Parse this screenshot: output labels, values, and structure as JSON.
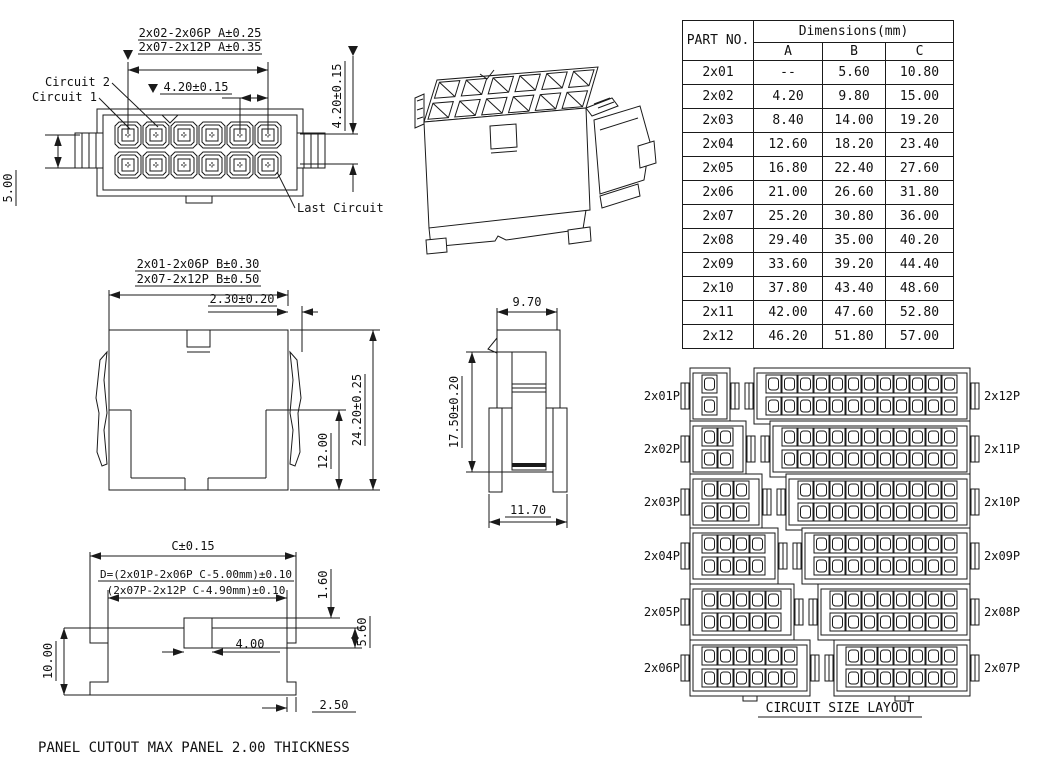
{
  "drawing": {
    "front_view": {
      "dim_a_line1": "2x02-2x06P A±0.25",
      "dim_a_line2": "2x07-2x12P A±0.35",
      "dim_pitch": "4.20±0.15",
      "dim_pitch_vertical": "4.20±0.15",
      "dim_height": "5.00",
      "label_circuit2": "Circuit 2",
      "label_circuit1": "Circuit 1",
      "label_last_circuit": "Last Circuit"
    },
    "side_view": {
      "dim_b_line1": "2x01-2x06P B±0.30",
      "dim_b_line2": "2x07-2x12P B±0.50",
      "dim_offset": "2.30±0.20",
      "dim_total_height": "24.20±0.25",
      "dim_leg_height": "12.00"
    },
    "end_view": {
      "dim_width": "9.70",
      "dim_height": "17.50±0.20",
      "dim_base_width": "11.70"
    },
    "panel_cutout": {
      "dim_c": "C±0.15",
      "dim_d_line1": "D=(2x01P-2x06P C-5.00mm)±0.10",
      "dim_d_line2": "(2x07P-2x12P C-4.90mm)±0.10",
      "dim_tab_width": "4.00",
      "dim_tab_height": "1.60",
      "dim_notch": "5.60",
      "dim_height": "10.00",
      "dim_step": "2.50",
      "note": "PANEL CUTOUT MAX PANEL 2.00 THICKNESS"
    }
  },
  "table": {
    "header_part": "PART NO.",
    "header_dimensions": "Dimensions(mm)",
    "columns": [
      "A",
      "B",
      "C"
    ],
    "rows": [
      {
        "part": "2x01",
        "a": "--",
        "b": "5.60",
        "c": "10.80"
      },
      {
        "part": "2x02",
        "a": "4.20",
        "b": "9.80",
        "c": "15.00"
      },
      {
        "part": "2x03",
        "a": "8.40",
        "b": "14.00",
        "c": "19.20"
      },
      {
        "part": "2x04",
        "a": "12.60",
        "b": "18.20",
        "c": "23.40"
      },
      {
        "part": "2x05",
        "a": "16.80",
        "b": "22.40",
        "c": "27.60"
      },
      {
        "part": "2x06",
        "a": "21.00",
        "b": "26.60",
        "c": "31.80"
      },
      {
        "part": "2x07",
        "a": "25.20",
        "b": "30.80",
        "c": "36.00"
      },
      {
        "part": "2x08",
        "a": "29.40",
        "b": "35.00",
        "c": "40.20"
      },
      {
        "part": "2x09",
        "a": "33.60",
        "b": "39.20",
        "c": "44.40"
      },
      {
        "part": "2x10",
        "a": "37.80",
        "b": "43.40",
        "c": "48.60"
      },
      {
        "part": "2x11",
        "a": "42.00",
        "b": "47.60",
        "c": "52.80"
      },
      {
        "part": "2x12",
        "a": "46.20",
        "b": "51.80",
        "c": "57.00"
      }
    ]
  },
  "circuit_layout": {
    "title": "CIRCUIT SIZE LAYOUT",
    "rows": [
      {
        "left": "2x01P",
        "left_circuits": 1,
        "right": "2x12P",
        "right_circuits": 12
      },
      {
        "left": "2x02P",
        "left_circuits": 2,
        "right": "2x11P",
        "right_circuits": 11
      },
      {
        "left": "2x03P",
        "left_circuits": 3,
        "right": "2x10P",
        "right_circuits": 10
      },
      {
        "left": "2x04P",
        "left_circuits": 4,
        "right": "2x09P",
        "right_circuits": 9
      },
      {
        "left": "2x05P",
        "left_circuits": 5,
        "right": "2x08P",
        "right_circuits": 8
      },
      {
        "left": "2x06P",
        "left_circuits": 6,
        "right": "2x07P",
        "right_circuits": 7
      }
    ]
  }
}
